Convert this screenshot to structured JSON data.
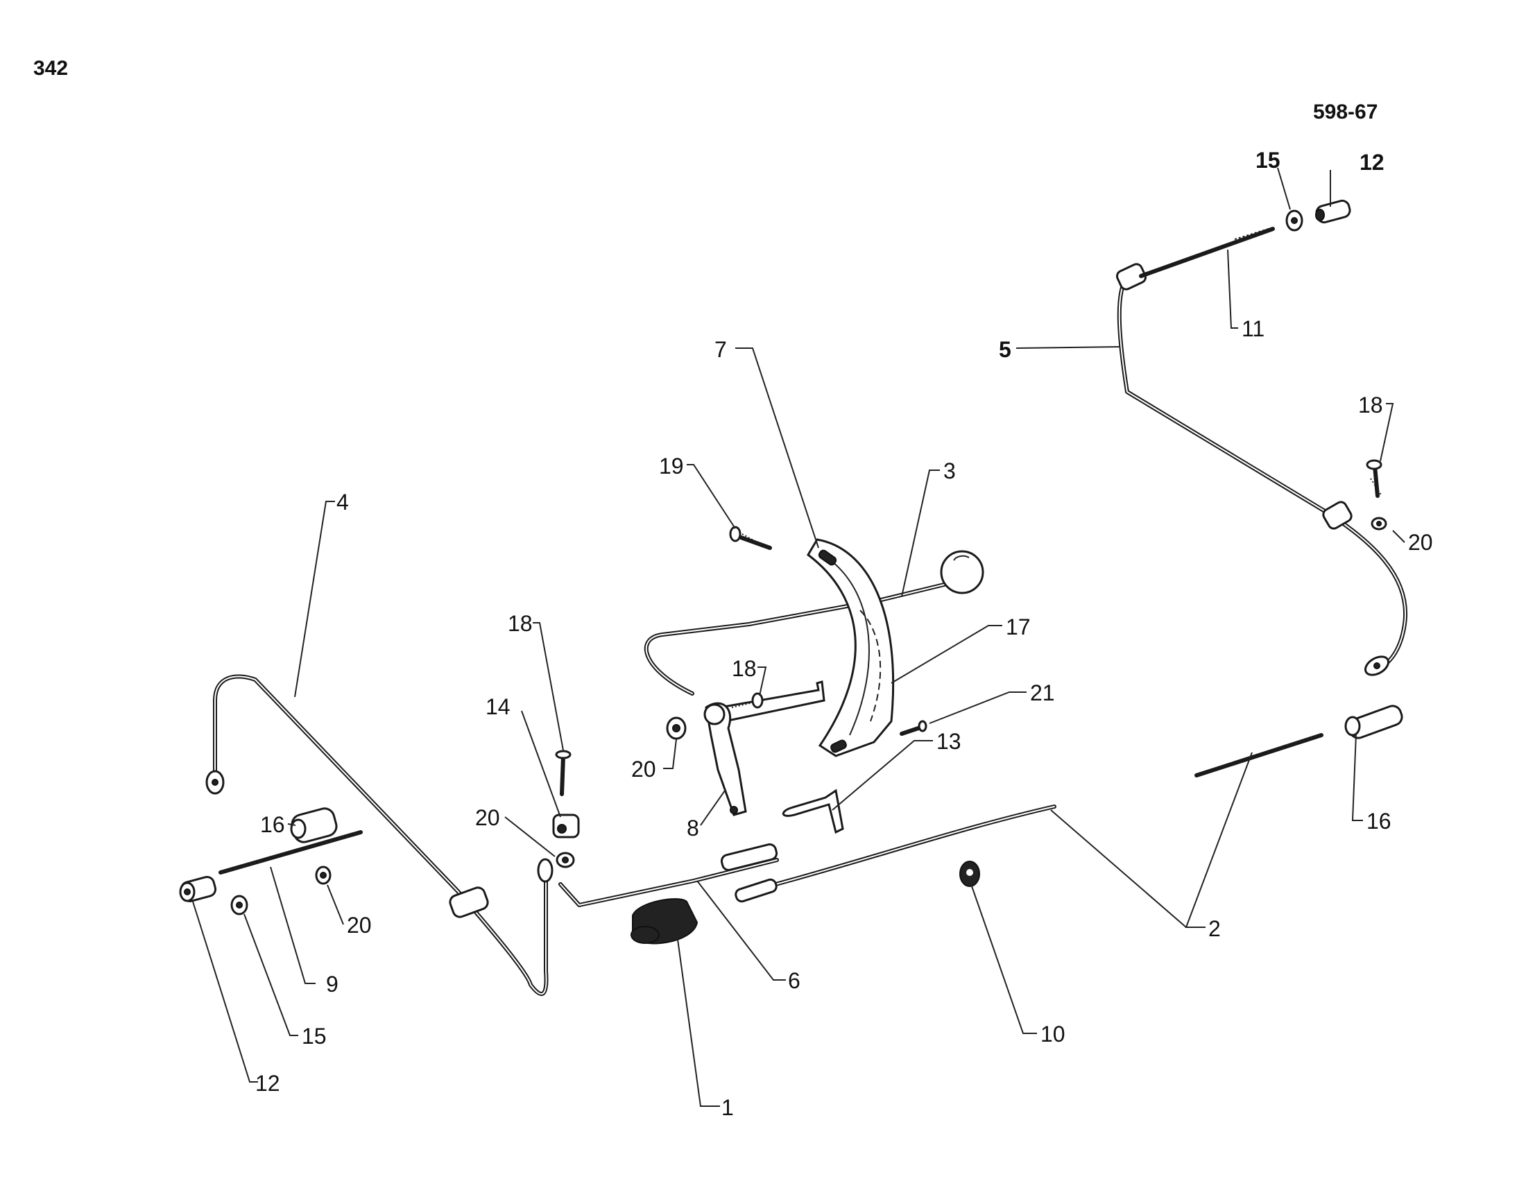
{
  "page_number": "342",
  "figure_code": "598-67",
  "callouts": [
    "1",
    "2",
    "3",
    "4",
    "5",
    "6",
    "7",
    "8",
    "9",
    "10",
    "11",
    "12",
    "13",
    "14",
    "15",
    "16",
    "17",
    "18",
    "19",
    "20",
    "21"
  ]
}
